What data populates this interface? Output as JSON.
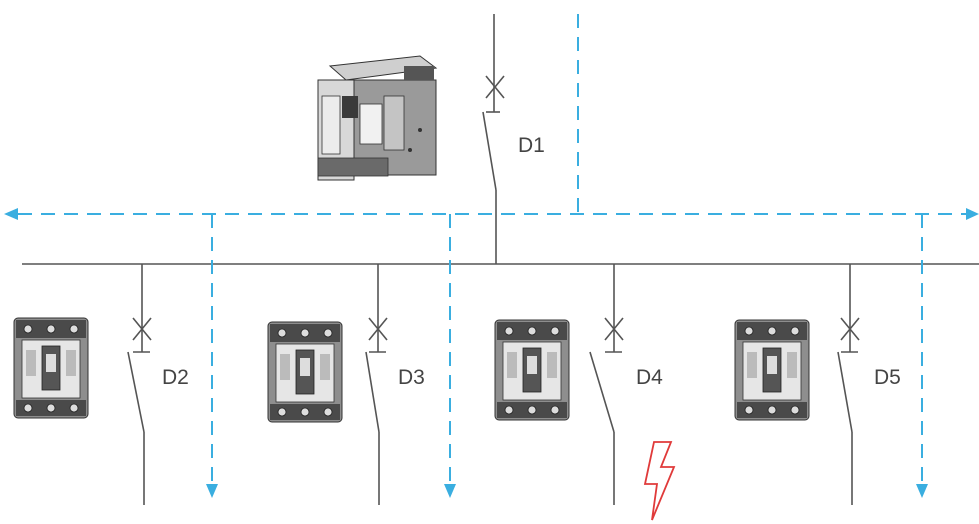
{
  "breakers": [
    {
      "id": "main",
      "label": "D1",
      "device": "air-circuit-breaker"
    },
    {
      "id": "feeder-2",
      "label": "D2",
      "device": "molded-case-circuit-breaker"
    },
    {
      "id": "feeder-3",
      "label": "D3",
      "device": "molded-case-circuit-breaker"
    },
    {
      "id": "feeder-4",
      "label": "D4",
      "device": "molded-case-circuit-breaker",
      "status": "tripped",
      "fault": true
    },
    {
      "id": "feeder-5",
      "label": "D5",
      "device": "molded-case-circuit-breaker"
    }
  ],
  "colors": {
    "wire": "#555555",
    "signal": "#3aaee0",
    "fault": "#e03a3a"
  },
  "icons": {
    "fault": "lightning-bolt-icon",
    "acb": "air-circuit-breaker-icon",
    "mccb": "molded-case-breaker-icon"
  }
}
